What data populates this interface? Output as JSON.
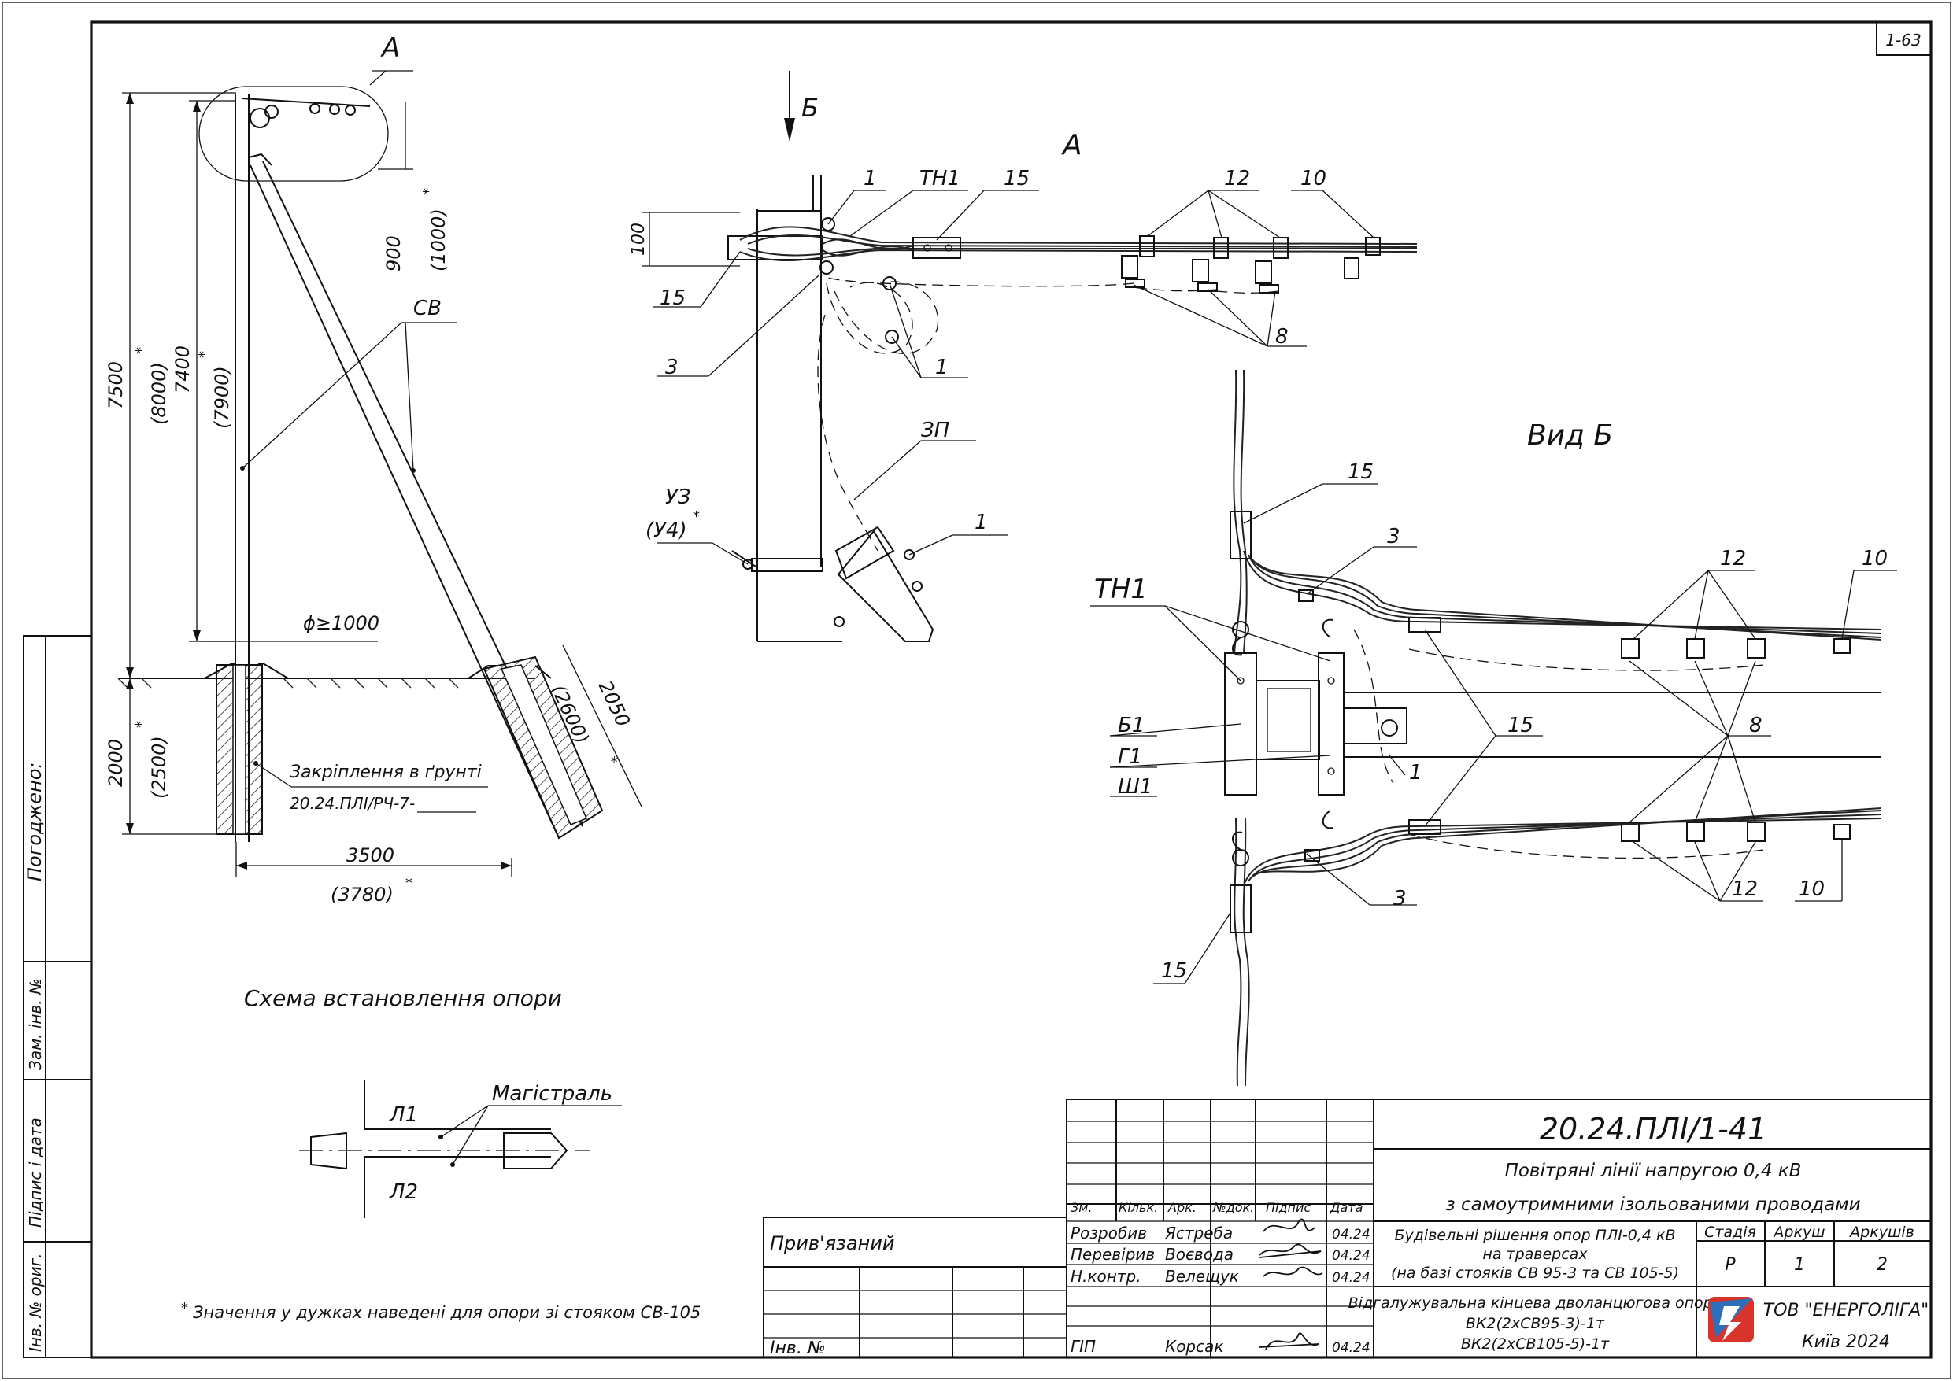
{
  "sheet": {
    "corner_code": "1-63"
  },
  "side_stamp": {
    "agreed": "Погоджено:",
    "replace_inv": "Зам. інв. №",
    "sign_date": "Підпис і дата",
    "inv_orig": "Інв. № ориг."
  },
  "install_scheme": {
    "view_label": "А",
    "dim_7500": "7500",
    "dim_8000": "(8000)",
    "dim_7400": "7400",
    "dim_7900": "(7900)",
    "dim_900": "900",
    "dim_1000": "(1000)",
    "pole_label": "СВ",
    "pit_dia": "ϕ≥1000",
    "dim_2000": "2000",
    "dim_2500": "(2500)",
    "dim_2050": "2050",
    "dim_2600": "(2600)",
    "dim_3500": "3500",
    "dim_3780": "(3780)",
    "star": "*",
    "ground_fix": "Закріплення в ґрунті",
    "ground_code": "20.24.ПЛІ/РЧ-7-",
    "caption": "Схема встановлення опори"
  },
  "detail_a": {
    "title": "А",
    "view_b_arrow": "Б",
    "dim_100": "100",
    "labels": {
      "l1": "1",
      "tn1": "ТН1",
      "l15": "15",
      "l12": "12",
      "l10": "10",
      "l15b": "15",
      "l3": "3",
      "l1b": "1",
      "l8": "8",
      "zp": "ЗП",
      "uz": "УЗ",
      "u4": "(У4)",
      "l1c": "1"
    }
  },
  "view_b": {
    "title": "Вид Б",
    "labels": {
      "l15a": "15",
      "l3a": "3",
      "l12a": "12",
      "l10a": "10",
      "tn1": "ТН1",
      "b1": "Б1",
      "g1": "Г1",
      "sh1": "Ш1",
      "l15b": "15",
      "l8": "8",
      "l1": "1",
      "l3b": "3",
      "l12b": "12",
      "l10b": "10",
      "l15c": "15"
    }
  },
  "circuit": {
    "title": "Магістраль",
    "l1": "Л1",
    "l2": "Л2"
  },
  "footnote": "Значення у дужках наведені для опори зі стояком СВ-105",
  "stamp": {
    "doc_code": "20.24.ПЛІ/1-41",
    "title_line1": "Повітряні лінії напругою 0,4 кВ",
    "title_line2": "з самоутримними ізольованими проводами",
    "headers": {
      "zm": "Зм.",
      "kilk": "Кільк.",
      "ark": "Арк.",
      "ndok": "№док.",
      "pidpys": "Підпис",
      "data": "Дата"
    },
    "rows": [
      {
        "role": "Розробив",
        "name": "Ястреба",
        "date": "04.24"
      },
      {
        "role": "Перевірив",
        "name": "Воєвода",
        "date": "04.24"
      },
      {
        "role": "Н.контр.",
        "name": "Велещук",
        "date": "04.24"
      },
      {
        "role": "ГІП",
        "name": "Корсак",
        "date": "04.24"
      }
    ],
    "privyazaniy": "Прив'язаний",
    "inv_no": "Інв. №",
    "section_line1": "Будівельні рішення опор ПЛІ-0,4 кВ",
    "section_line2": "на траверсах",
    "section_line3": "(на базі стояків СВ 95-3 та СВ 105-5)",
    "stage_h": "Стадія",
    "sheet_h": "Аркуш",
    "sheets_h": "Аркушів",
    "stage": "Р",
    "sheet": "1",
    "sheets": "2",
    "object_line1": "Відгалужувальна кінцева дволанцюгова опора",
    "object_line2": "ВК2(2хСВ95-3)-1т",
    "object_line3": "ВК2(2хСВ105-5)-1т",
    "company": "ТОВ \"ЕНЕРГОЛІГА\"",
    "city_year": "Київ 2024"
  }
}
